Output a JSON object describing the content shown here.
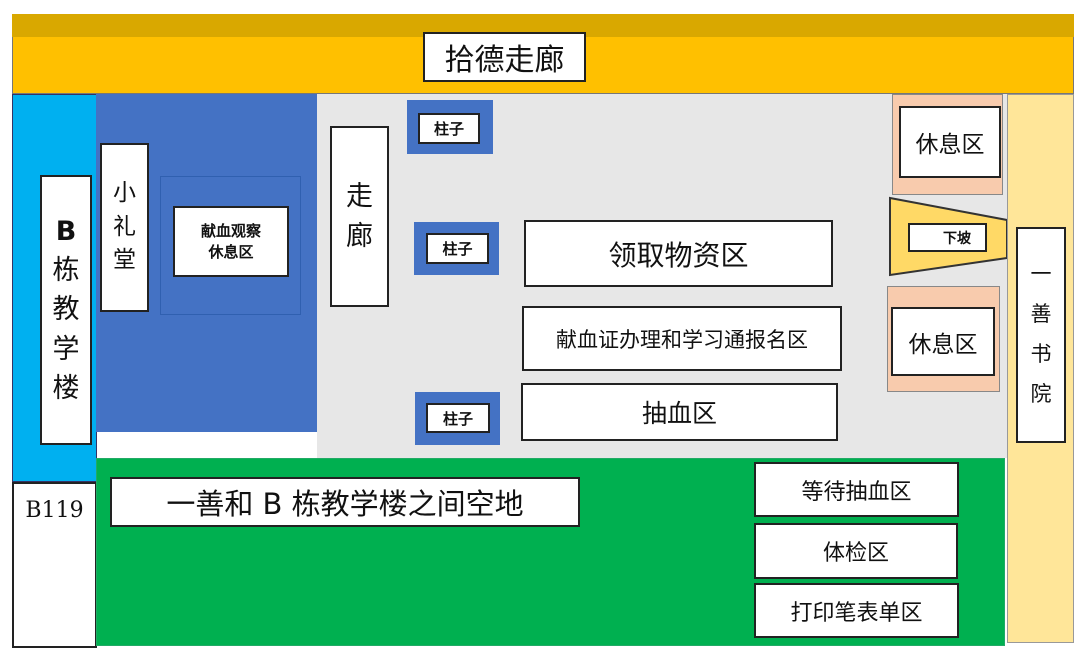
{
  "title": "拾德走廊",
  "left_building": [
    "B",
    "栋",
    "教",
    "学",
    "楼"
  ],
  "b119": "B119",
  "chapel": [
    "小",
    "礼",
    "堂"
  ],
  "observation": [
    "献血观察",
    "休息区"
  ],
  "corridor": [
    "走",
    "廊"
  ],
  "pillar": "柱子",
  "supply": "领取物资区",
  "certificate": "献血证办理和学习通报名区",
  "blood_draw": "抽血区",
  "rest": "休息区",
  "slope": "下坡",
  "yishan": [
    "一",
    "善",
    "书",
    "院"
  ],
  "open_space": "一善和 B 栋教学楼之间空地",
  "waiting": "等待抽血区",
  "checkup": "体检区",
  "print": "打印笔表单区",
  "colors": {
    "top": "#FFC000",
    "cyan": "#00B0F0",
    "blue": "#4472C4",
    "gray": "#E7E7E7",
    "green": "#00B050",
    "lightyellow": "#FFE699",
    "peach": "#F8CBAD"
  }
}
